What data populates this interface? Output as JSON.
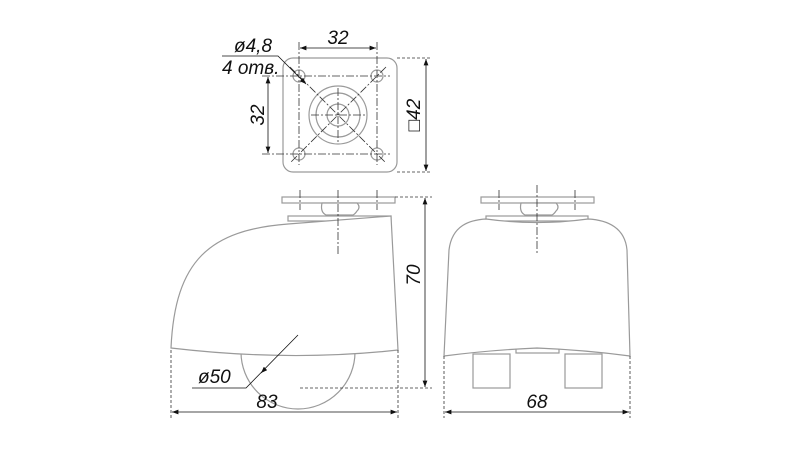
{
  "top_view": {
    "hole_diameter": "ø4,8",
    "hole_count": "4 отв.",
    "hole_spacing_x": "32",
    "hole_spacing_y": "32",
    "plate_size": "□42"
  },
  "side_view": {
    "wheel_diameter": "ø50",
    "length": "83",
    "height": "70"
  },
  "front_view": {
    "width": "68"
  }
}
